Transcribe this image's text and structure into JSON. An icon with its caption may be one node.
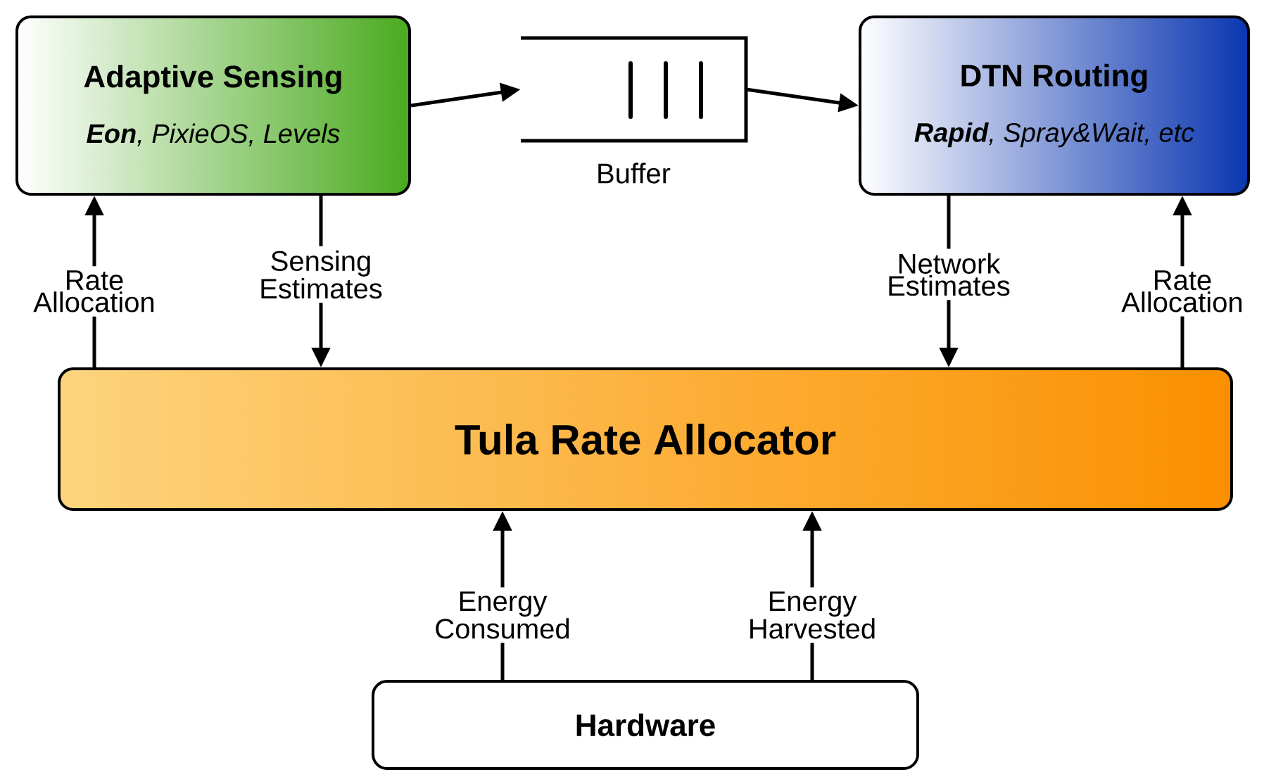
{
  "diagram": {
    "nodes": [
      {
        "text": [
          "Adaptive Sensing",
          "**Eon**, PixieOS, Levels"
        ]
      },
      {
        "text": [],
        "shape": "box",
        "beside": [
          "Buffer"
        ]
      },
      {
        "text": [
          "DTN Routing",
          "**Rapid**, Spray&Wait, etc"
        ]
      },
      {
        "text": [
          "Tula Rate Allocator"
        ]
      },
      {
        "text": [
          "Hardware"
        ]
      }
    ],
    "edges": [
      {
        "from": 0,
        "to": 1,
        "arrow": "to"
      },
      {
        "from": 1,
        "to": 2,
        "arrow": "to"
      },
      {
        "from": 3,
        "to": 0,
        "arrow": "to",
        "label": "Rate Allocation"
      },
      {
        "from": 0,
        "to": 3,
        "arrow": "to",
        "label": "Sensing Estimates"
      },
      {
        "from": 2,
        "to": 3,
        "arrow": "to",
        "label": "Network Estimates"
      },
      {
        "from": 3,
        "to": 2,
        "arrow": "to",
        "label": "Rate Allocation"
      },
      {
        "from": 4,
        "to": 3,
        "arrow": "to",
        "label": "Energy Consumed"
      },
      {
        "from": 4,
        "to": 3,
        "arrow": "to",
        "label": "Energy Harvested"
      }
    ]
  }
}
